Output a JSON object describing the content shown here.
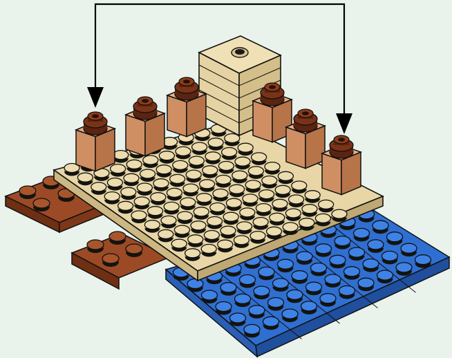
{
  "scene": {
    "description_text": "",
    "colors": {
      "background": "#e9f3ec",
      "tan_plate_top": "#e8d6a6",
      "tan_plate_side": "#cdb883",
      "tan_stud_top": "#ecdcae",
      "tan_stud_side": "#c9b27a",
      "stud_shadow": "#14140f",
      "blue_top": "#2f6fd1",
      "blue_side": "#1f4f9d",
      "blue_stud": "#3f82e6",
      "reddish_brown_top": "#9c4a25",
      "reddish_brown_side": "#6e2f13",
      "nougat_brick_front": "#cf8f63",
      "nougat_brick_side": "#b77449",
      "nougat_brick_top": "#e7b28d",
      "dark_brown_knob": "#5b2410",
      "tan_tower": "#e5d3a3",
      "outline": "#111111",
      "arrow": "#000000"
    },
    "icons": {
      "arrow": "down-arrow-icon",
      "tower_hole": "axle-hole-icon"
    },
    "parts": {
      "column_pieces_count": 6,
      "arrow_targets": [
        "front-left-column",
        "front-right-column"
      ]
    }
  }
}
